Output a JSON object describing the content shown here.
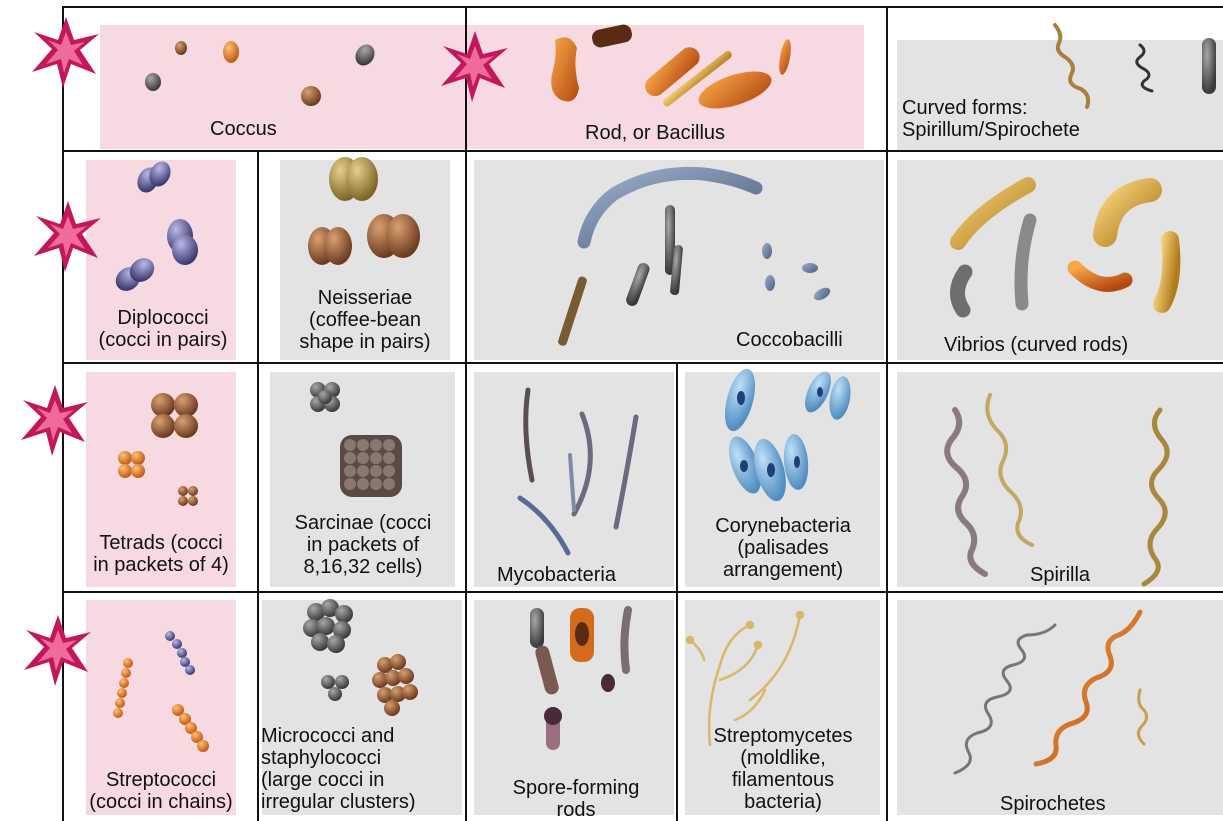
{
  "row1": {
    "coccus": "Coccus",
    "rod": "Rod, or Bacillus",
    "curved_line1": "Curved forms:",
    "curved_line2": "Spirillum/Spirochete"
  },
  "row2": {
    "diplococci_line1": "Diplococci",
    "diplococci_line2": "(cocci in pairs)",
    "neisseriae_line1": "Neisseriae",
    "neisseriae_line2": "(coffee-bean",
    "neisseriae_line3": "shape in pairs)",
    "coccobacilli": "Coccobacilli",
    "vibrios": "Vibrios (curved rods)"
  },
  "row3": {
    "tetrads_line1": "Tetrads (cocci",
    "tetrads_line2": "in packets of 4)",
    "sarcinae_line1": "Sarcinae (cocci",
    "sarcinae_line2": "in packets of",
    "sarcinae_line3": "8,16,32 cells)",
    "mycobacteria": "Mycobacteria",
    "coryne_line1": "Corynebacteria",
    "coryne_line2": "(palisades",
    "coryne_line3": "arrangement)",
    "spirilla": "Spirilla"
  },
  "row4": {
    "strepto_line1": "Streptococci",
    "strepto_line2": "(cocci in chains)",
    "micro_line1": "Micrococci and",
    "micro_line2": "staphylococci",
    "micro_line3": "(large cocci in",
    "micro_line4": "irregular clusters)",
    "spore_line1": "Spore-forming",
    "spore_line2": "rods",
    "strepto_myce_line1": "Streptomycetes",
    "strepto_myce_line2": "(moldlike,",
    "strepto_myce_line3": "filamentous",
    "strepto_myce_line4": "bacteria)",
    "spirochetes": "Spirochetes"
  },
  "colors": {
    "highlight_pink": "#f7d9e1",
    "cell_gray": "#e3e3e3",
    "star_marker": "#c2185b"
  }
}
